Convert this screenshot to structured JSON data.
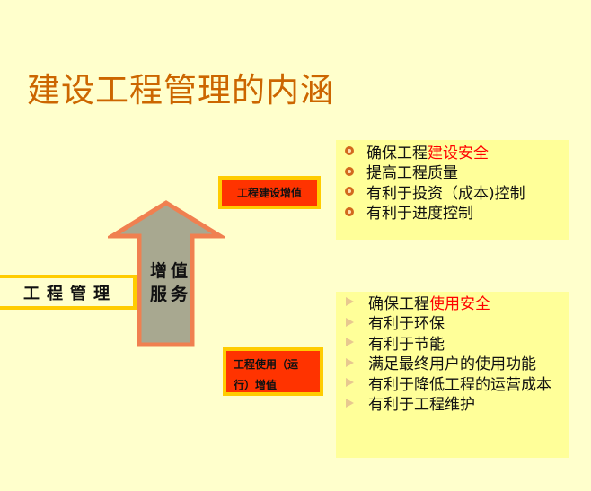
{
  "title": "建设工程管理的内涵",
  "colors": {
    "background": "#FFFFCC",
    "title": "#CC6600",
    "label_fill": "#FF3300",
    "label_border": "#FFCC00",
    "list_fill": "#FFFF99",
    "highlight_text": "#FF0000",
    "arrow_fill": "#A8A890",
    "arrow_border": "#F08050"
  },
  "main_box": {
    "label": "工程管理"
  },
  "arrow": {
    "line1": "增值",
    "line2": "服务"
  },
  "construction_value": {
    "label": "工程建设增值",
    "items": [
      {
        "prefix": "确保工程",
        "highlight": "建设安全",
        "suffix": ""
      },
      {
        "prefix": "提高工程质量",
        "highlight": "",
        "suffix": ""
      },
      {
        "prefix": "有利于投资（成本)控制",
        "highlight": "",
        "suffix": ""
      },
      {
        "prefix": "有利于进度控制",
        "highlight": "",
        "suffix": ""
      }
    ]
  },
  "usage_value": {
    "label_line1": "工程使用（运",
    "label_line2": "行）增值",
    "items": [
      {
        "prefix": "确保工程",
        "highlight": "使用安全",
        "suffix": ""
      },
      {
        "prefix": "有利于环保",
        "highlight": "",
        "suffix": ""
      },
      {
        "prefix": "有利于节能",
        "highlight": "",
        "suffix": ""
      },
      {
        "prefix": "满足最终用户的使用功能",
        "highlight": "",
        "suffix": ""
      },
      {
        "prefix": "有利于降低工程的运营成本",
        "highlight": "",
        "suffix": ""
      },
      {
        "prefix": "有利于工程维护",
        "highlight": "",
        "suffix": ""
      }
    ]
  }
}
